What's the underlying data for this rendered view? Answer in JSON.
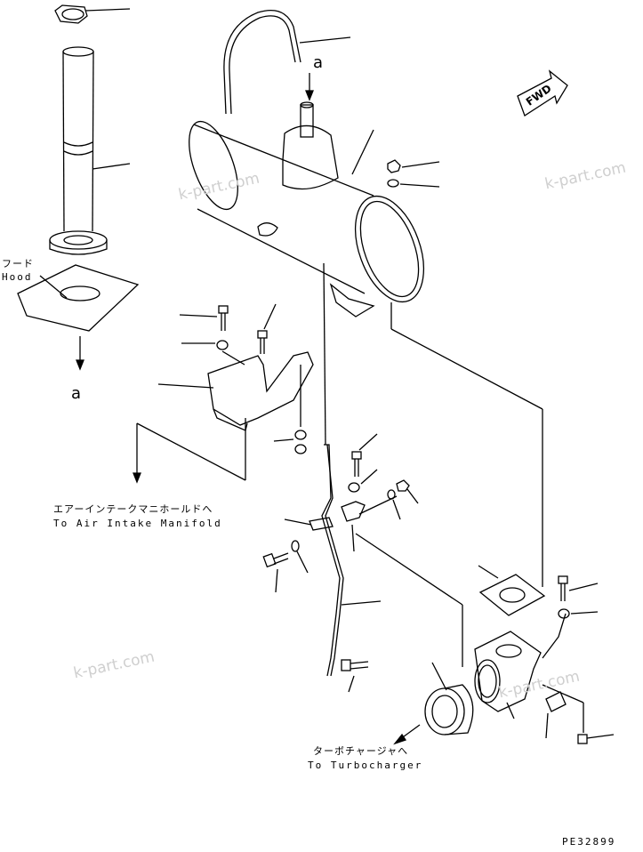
{
  "labels": {
    "hood_jp": "フード",
    "hood_en": "Hood",
    "air_intake_jp": "エアーインテークマニホールドへ",
    "air_intake_en": "To Air Intake Manifold",
    "turbo_jp": "ターボチャージャへ",
    "turbo_en": "To Turbocharger",
    "ref_top": "a",
    "ref_bottom": "a",
    "fwd": "FWD",
    "drawing_no": "PE32899"
  },
  "watermarks": [
    "k-part.com",
    "k-part.com",
    "k-part.com",
    "k-part.com"
  ],
  "colors": {
    "line": "#000000",
    "watermark": "#cfcfcf"
  }
}
